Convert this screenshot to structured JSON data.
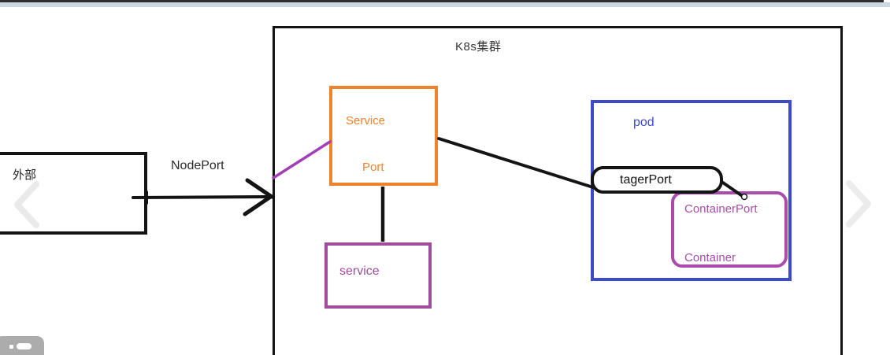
{
  "window": {
    "title_bar_color": "#2e2e2e",
    "accent_bar_color": "#cdd7e4"
  },
  "diagram": {
    "external_box": {
      "label": "外部"
    },
    "nodeport_arrow": {
      "label": "NodePort"
    },
    "cluster_box": {
      "label": "K8s集群"
    },
    "service_port_box": {
      "title": "Service",
      "subtitle": "Port",
      "accent_color": "#F0822C"
    },
    "service_box": {
      "label": "service",
      "accent_color": "#A04DA0"
    },
    "pod_box": {
      "label": "pod",
      "accent_color": "#3D4BC9"
    },
    "tagerport_box": {
      "label": "tagerPort"
    },
    "container_box": {
      "port_label": "ContainerPort",
      "name_label": "Container",
      "accent_color": "#A94CAE"
    },
    "connectors": {
      "line_color": "#141414",
      "purple_line_color": "#A13EB8"
    }
  },
  "nav": {
    "prev_icon": "chevron-left",
    "next_icon": "chevron-right",
    "chevron_color": "#eaeaea"
  },
  "toolbar": {
    "list_button_color": "#ACACAC"
  }
}
